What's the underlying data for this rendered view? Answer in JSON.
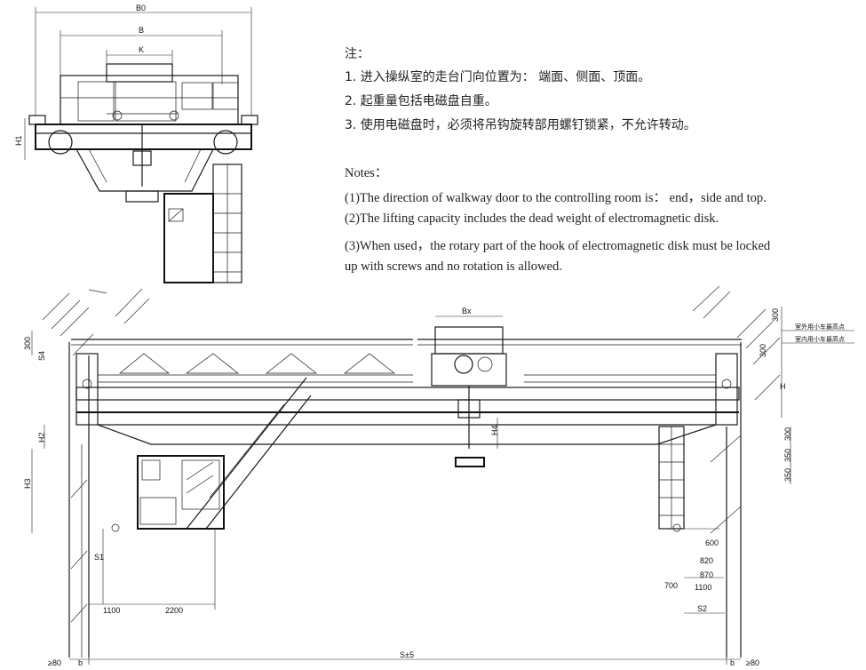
{
  "notes_cn": {
    "heading": "注：",
    "items": [
      "1.  进入操纵室的走台门向位置为：  端面、侧面、顶面。",
      "2.  起重量包括电磁盘自重。",
      "3.  使用电磁盘时，必须将吊钩旋转部用螺钉锁紧，不允许转动。"
    ]
  },
  "notes_en": {
    "heading": "Notes：",
    "items": [
      "(1)The direction of walkway door to the controlling room is：  end，side and top.",
      "(2)The lifting capacity includes the dead weight of electromagnetic disk.",
      "(3)When used，the rotary part of the hook of electromagnetic disk must be locked",
      "up with screws and no rotation is allowed."
    ]
  },
  "side_view_labels": {
    "b0": "B0",
    "b": "B",
    "k": "K",
    "h1": "H1"
  },
  "front_view_labels": {
    "bx": "Bx",
    "h4": "H4",
    "h": "H",
    "h2": "H2",
    "h3": "H3",
    "s": "S±5",
    "s1": "S1",
    "s2": "S2",
    "b": "b",
    "gap_left": "≥80",
    "gap_right": "≥80",
    "dim_300_left": "300",
    "dim_s4": "S4",
    "dim_300_top": "300",
    "dim_300_top2": "300",
    "dim_300_right": "300",
    "dim_350_a": "350",
    "dim_350_b": "350",
    "dim_600": "600",
    "dim_820": "820",
    "dim_870": "870",
    "dim_700": "700",
    "dim_1100_r": "1100",
    "dim_1100_l": "1100",
    "dim_2200": "2200",
    "note_top1": "室外用小车最高点",
    "note_top2": "室内用小车最高点"
  }
}
